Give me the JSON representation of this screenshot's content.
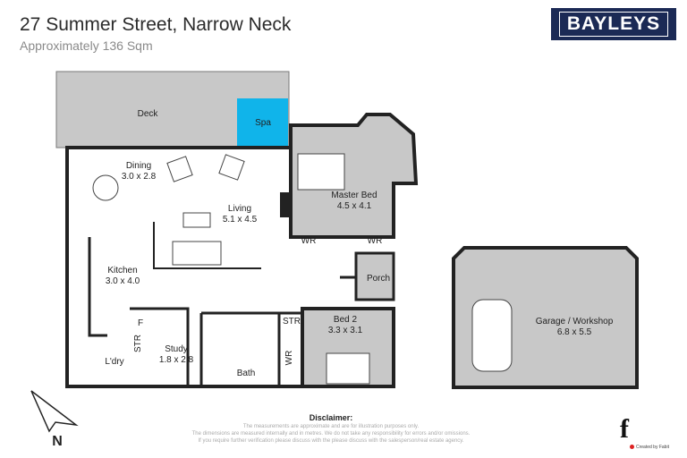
{
  "header": {
    "title": "27 Summer Street, Narrow Neck",
    "subtitle": "Approximately 136 Sqm",
    "brand": "BAYLEYS"
  },
  "colors": {
    "room_fill": "#c8c8c8",
    "spa": "#10b4ea",
    "brand": "#1b2a55"
  },
  "rooms": {
    "deck": {
      "name": "Deck"
    },
    "spa": {
      "name": "Spa"
    },
    "dining": {
      "name": "Dining",
      "size": "3.0 x 2.8"
    },
    "living": {
      "name": "Living",
      "size": "5.1 x 4.5"
    },
    "master": {
      "name": "Master Bed",
      "size": "4.5 x 4.1"
    },
    "wr1": {
      "name": "WR"
    },
    "wr2": {
      "name": "WR"
    },
    "kitchen": {
      "name": "Kitchen",
      "size": "3.0 x 4.0"
    },
    "porch": {
      "name": "Porch"
    },
    "f": {
      "name": "F"
    },
    "str1": {
      "name": "STR"
    },
    "str2": {
      "name": "STR"
    },
    "study": {
      "name": "Study",
      "size": "1.8 x 2.8"
    },
    "bath": {
      "name": "Bath"
    },
    "ldry": {
      "name": "L'dry"
    },
    "wr3": {
      "name": "WR"
    },
    "bed2": {
      "name": "Bed 2",
      "size": "3.3 x 3.1"
    },
    "garage": {
      "name": "Garage / Workshop",
      "size": "6.8 x 5.5"
    }
  },
  "compass": {
    "label": "N"
  },
  "disclaimer": {
    "heading": "Disclaimer:",
    "lines": [
      "The measurements are approximate and are for illustration purposes only.",
      "The dimensions are measured internally and in metres. We do not take any responsibility for errors and/or omissions.",
      "If you require further verification please discuss with the please discuss with the salesperson/real estate agency."
    ]
  },
  "credit": {
    "mark": "f",
    "text": "Created by Fabit"
  }
}
